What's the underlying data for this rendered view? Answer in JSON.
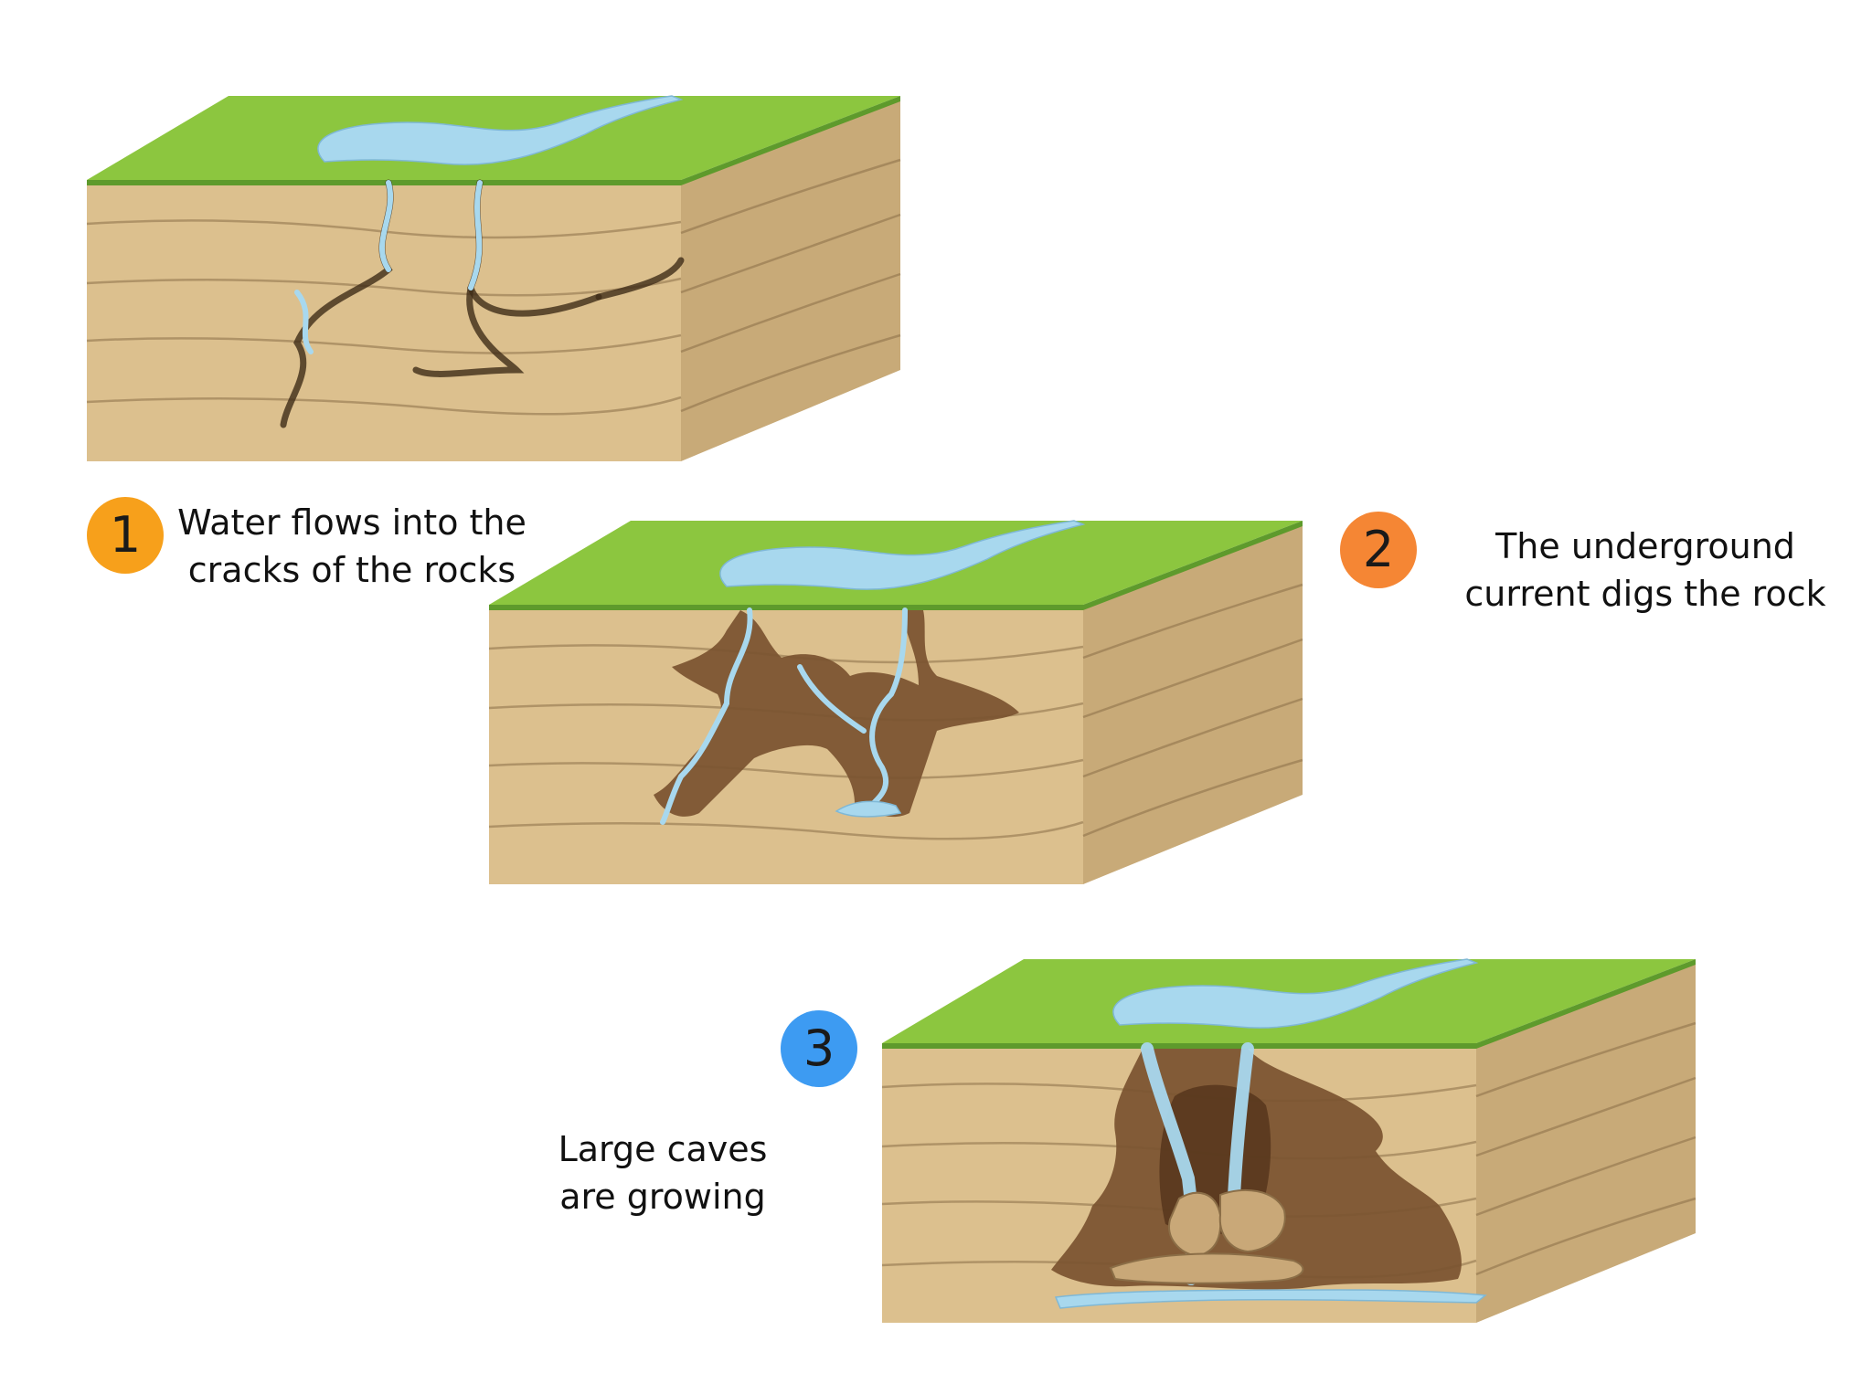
{
  "steps": [
    {
      "number": "1",
      "badge_color": "#F7A01B",
      "caption_lines": [
        "Water flows into the",
        "cracks of the rocks"
      ]
    },
    {
      "number": "2",
      "badge_color": "#F58634",
      "caption_lines": [
        "The underground",
        "current digs the rock"
      ]
    },
    {
      "number": "3",
      "badge_color": "#3D9BF2",
      "caption_lines": [
        "Large caves",
        "are growing"
      ]
    }
  ],
  "colors": {
    "grass": "#8CC63F",
    "grass_dark": "#5E9A2C",
    "rock_front": "#DCC08E",
    "rock_side": "#C8AA78",
    "rock_line": "#8B6E47",
    "water": "#A8D8EE",
    "cave": "#7A5230",
    "cave_deep": "#5B3A1F"
  }
}
